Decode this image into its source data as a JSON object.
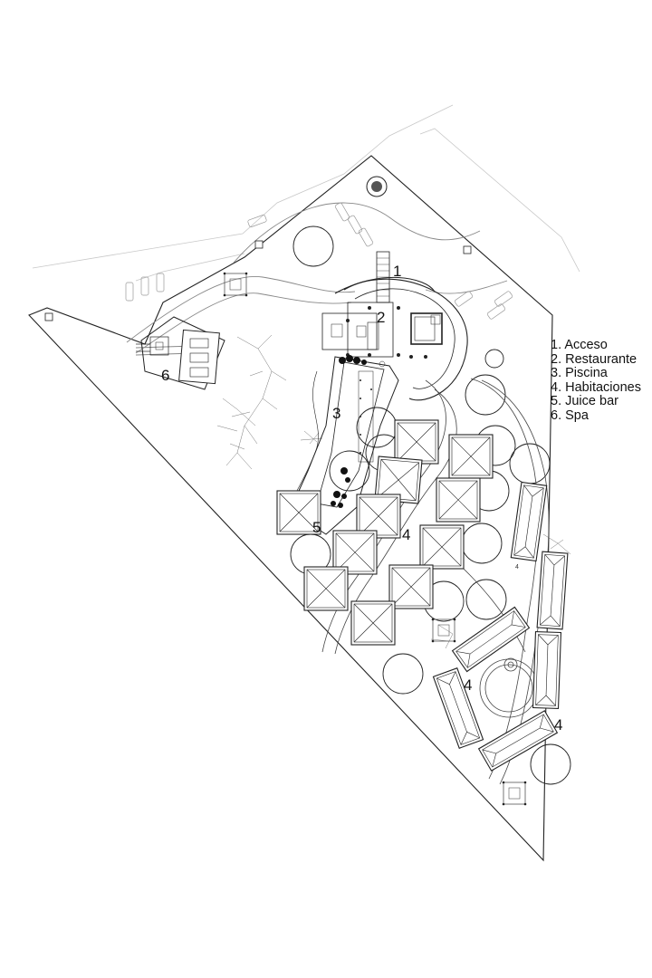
{
  "labels": {
    "acceso": "1",
    "restaurante": "2",
    "piscina": "3",
    "habitaciones_a": "4",
    "habitaciones_b": "4",
    "habitaciones_c": "4",
    "juice_bar": "5",
    "spa": "6",
    "small_4": "4"
  },
  "legend": [
    "1. Acceso",
    "2. Restaurante",
    "3. Piscina",
    "4. Habitaciones",
    "5. Juice bar",
    "6. Spa"
  ]
}
